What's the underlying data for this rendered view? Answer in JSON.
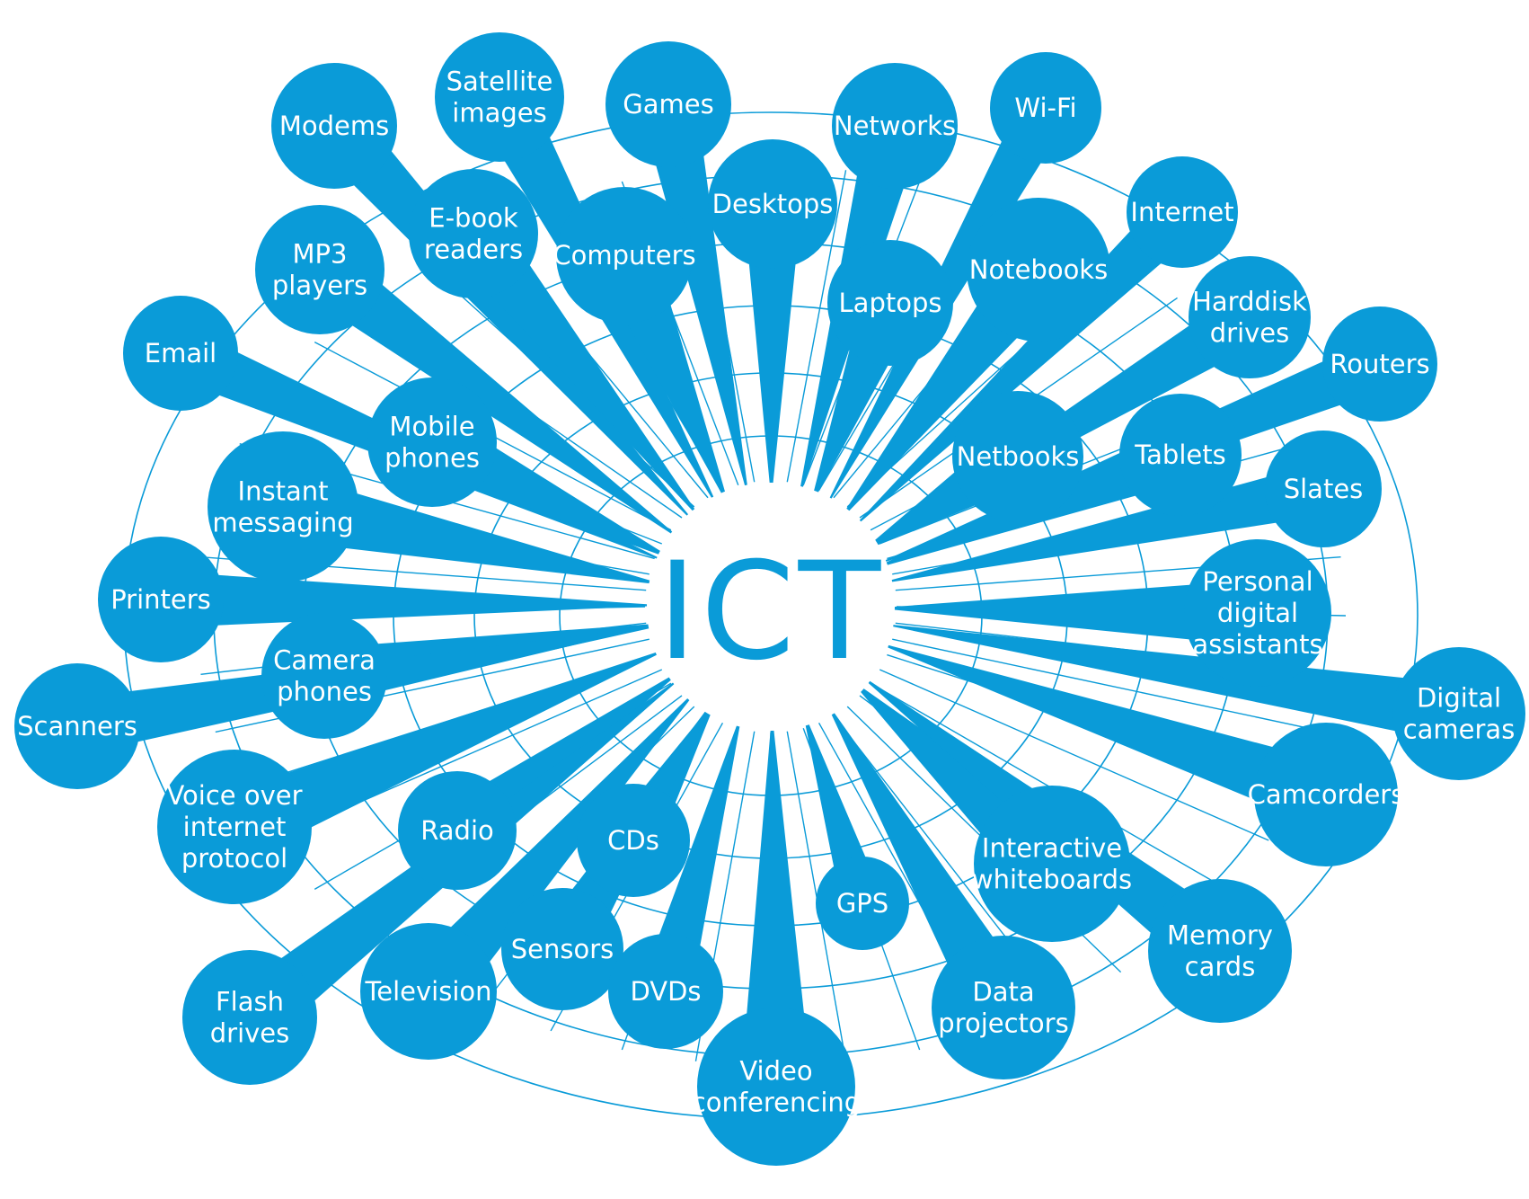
{
  "colors": {
    "accent": "#0a9bd8",
    "grid": "#0a9bd8",
    "background": "#ffffff"
  },
  "center": {
    "label": "ICT"
  },
  "nodes": [
    {
      "id": "satellite-images",
      "lines": [
        "Satellite",
        "images"
      ]
    },
    {
      "id": "games",
      "lines": [
        "Games"
      ]
    },
    {
      "id": "networks",
      "lines": [
        "Networks"
      ]
    },
    {
      "id": "wi-fi",
      "lines": [
        "Wi-Fi"
      ]
    },
    {
      "id": "modems",
      "lines": [
        "Modems"
      ]
    },
    {
      "id": "e-book-readers",
      "lines": [
        "E-book",
        "readers"
      ]
    },
    {
      "id": "desktops",
      "lines": [
        "Desktops"
      ]
    },
    {
      "id": "computers",
      "lines": [
        "Computers"
      ]
    },
    {
      "id": "internet",
      "lines": [
        "Internet"
      ]
    },
    {
      "id": "notebooks",
      "lines": [
        "Notebooks"
      ]
    },
    {
      "id": "mp3-players",
      "lines": [
        "MP3",
        "players"
      ]
    },
    {
      "id": "laptops",
      "lines": [
        "Laptops"
      ]
    },
    {
      "id": "harddisk-drives",
      "lines": [
        "Harddisk",
        "drives"
      ]
    },
    {
      "id": "email",
      "lines": [
        "Email"
      ]
    },
    {
      "id": "routers",
      "lines": [
        "Routers"
      ]
    },
    {
      "id": "mobile-phones",
      "lines": [
        "Mobile",
        "phones"
      ]
    },
    {
      "id": "netbooks",
      "lines": [
        "Netbooks"
      ]
    },
    {
      "id": "tablets",
      "lines": [
        "Tablets"
      ]
    },
    {
      "id": "instant-messaging",
      "lines": [
        "Instant",
        "messaging"
      ]
    },
    {
      "id": "slates",
      "lines": [
        "Slates"
      ]
    },
    {
      "id": "printers",
      "lines": [
        "Printers"
      ]
    },
    {
      "id": "personal-digital-assistants",
      "lines": [
        "Personal",
        "digital",
        "assistants"
      ]
    },
    {
      "id": "camera-phones",
      "lines": [
        "Camera",
        "phones"
      ]
    },
    {
      "id": "scanners",
      "lines": [
        "Scanners"
      ]
    },
    {
      "id": "digital-cameras",
      "lines": [
        "Digital",
        "cameras"
      ]
    },
    {
      "id": "voice-over-internet-protocol",
      "lines": [
        "Voice over",
        "internet",
        "protocol"
      ]
    },
    {
      "id": "camcorders",
      "lines": [
        "Camcorders"
      ]
    },
    {
      "id": "radio",
      "lines": [
        "Radio"
      ]
    },
    {
      "id": "cds",
      "lines": [
        "CDs"
      ]
    },
    {
      "id": "interactive-whiteboards",
      "lines": [
        "Interactive",
        "whiteboards"
      ]
    },
    {
      "id": "gps",
      "lines": [
        "GPS"
      ]
    },
    {
      "id": "memory-cards",
      "lines": [
        "Memory",
        "cards"
      ]
    },
    {
      "id": "sensors",
      "lines": [
        "Sensors"
      ]
    },
    {
      "id": "flash-drives",
      "lines": [
        "Flash",
        "drives"
      ]
    },
    {
      "id": "television",
      "lines": [
        "Television"
      ]
    },
    {
      "id": "dvds",
      "lines": [
        "DVDs"
      ]
    },
    {
      "id": "data-projectors",
      "lines": [
        "Data",
        "projectors"
      ]
    },
    {
      "id": "video-conferencing",
      "lines": [
        "Video",
        "conferencing"
      ]
    }
  ]
}
